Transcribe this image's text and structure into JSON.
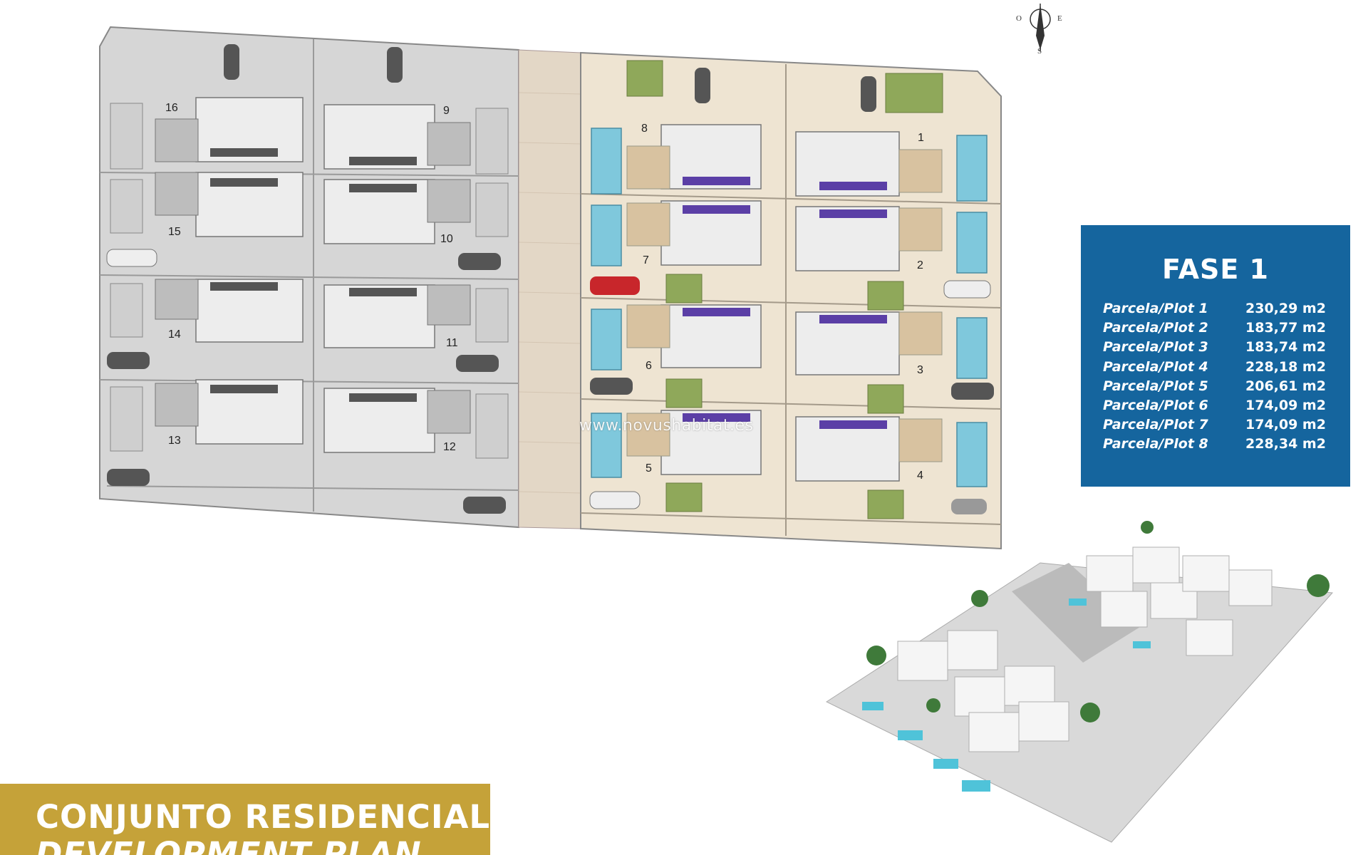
{
  "phase": {
    "title": "FASE 1",
    "plots": [
      {
        "label": "Parcela/Plot 1",
        "area": "230,29 m2"
      },
      {
        "label": "Parcela/Plot 2",
        "area": "183,77 m2"
      },
      {
        "label": "Parcela/Plot 3",
        "area": "183,74 m2"
      },
      {
        "label": "Parcela/Plot 4",
        "area": "228,18 m2"
      },
      {
        "label": "Parcela/Plot 5",
        "area": "206,61 m2"
      },
      {
        "label": "Parcela/Plot 6",
        "area": "174,09 m2"
      },
      {
        "label": "Parcela/Plot 7",
        "area": "174,09 m2"
      },
      {
        "label": "Parcela/Plot 8",
        "area": "228,34 m2"
      }
    ]
  },
  "plan": {
    "plot_numbers_left": [
      "16",
      "9",
      "15",
      "10",
      "14",
      "11",
      "13",
      "12"
    ],
    "plot_numbers_right": [
      "8",
      "1",
      "7",
      "2",
      "6",
      "3",
      "5",
      "4"
    ]
  },
  "compass": {
    "west": "O",
    "east": "E",
    "south": "S"
  },
  "watermark": "www.novushabitat.es",
  "banner": {
    "line1": "CONJUNTO RESIDENCIAL",
    "line2": "DEVELOPMENT PLAN"
  },
  "colors": {
    "phase_box": "#15659e",
    "banner": "#c5a239",
    "pool": "#7fc8dc",
    "solar_panel": "#5b3fa6",
    "phase2_ground": "#d8d8d8",
    "phase1_ground": "#eee4d2"
  }
}
